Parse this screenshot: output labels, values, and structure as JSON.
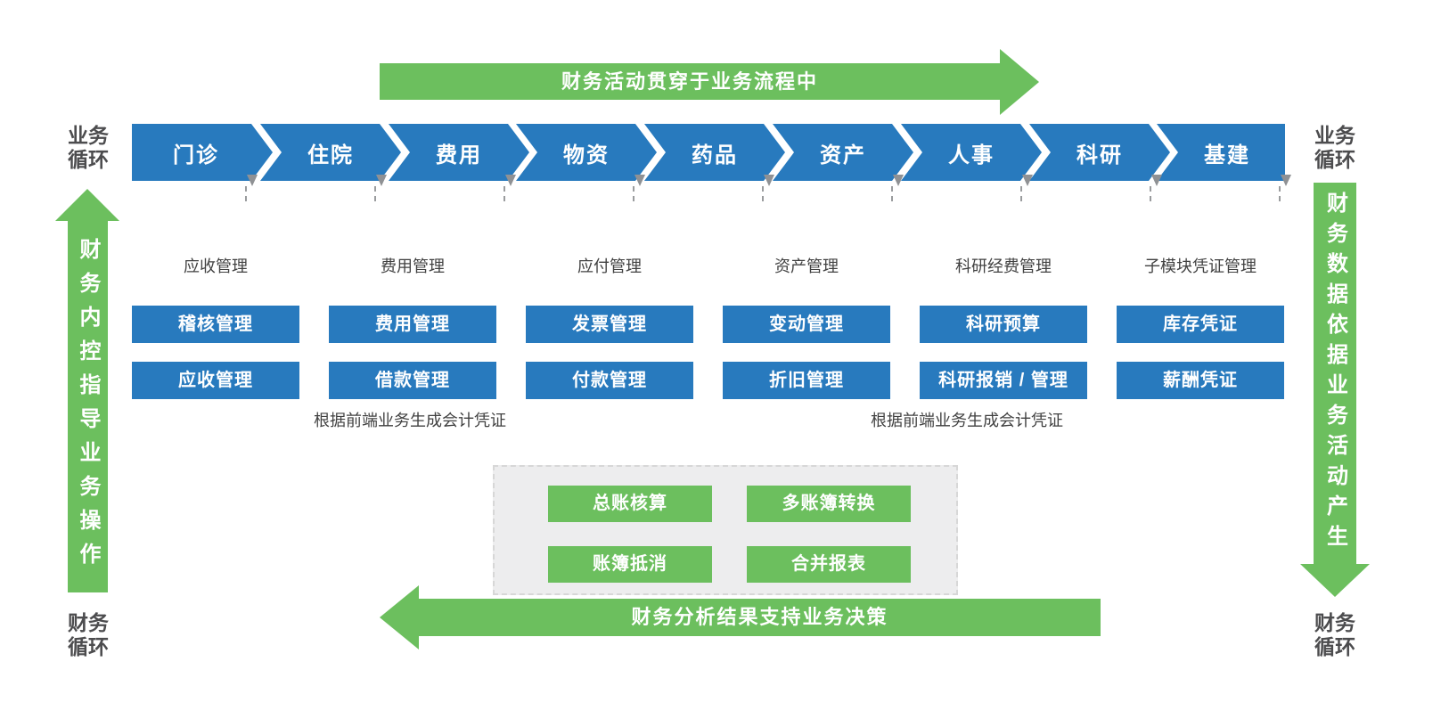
{
  "colors": {
    "process_blue": "#287ABE",
    "finance_green": "#6CBF5E",
    "label_gray": "#414141",
    "corner_gray": "#4C4C4E"
  },
  "corner_labels": {
    "top_left": "业务循环",
    "top_right": "业务循环",
    "bottom_left": "财务循环",
    "bottom_right": "财务循环"
  },
  "banners": {
    "top": "财务活动贯穿于业务流程中",
    "bottom": "财务分析结果支持业务决策",
    "left": "财务内控指导业务操作",
    "right": "财务数据依据业务活动产生"
  },
  "process_chain": [
    "门诊",
    "住院",
    "费用",
    "物资",
    "药品",
    "资产",
    "人事",
    "科研",
    "基建"
  ],
  "columns": [
    {
      "label": "应收管理",
      "boxes": [
        "稽核管理",
        "应收管理"
      ]
    },
    {
      "label": "费用管理",
      "boxes": [
        "费用管理",
        "借款管理"
      ]
    },
    {
      "label": "应付管理",
      "boxes": [
        "发票管理",
        "付款管理"
      ]
    },
    {
      "label": "资产管理",
      "boxes": [
        "变动管理",
        "折旧管理"
      ]
    },
    {
      "label": "科研经费管理",
      "boxes": [
        "科研预算",
        "科研报销 / 管理"
      ]
    },
    {
      "label": "子模块凭证管理",
      "boxes": [
        "库存凭证",
        "薪酬凭证"
      ]
    }
  ],
  "notes": {
    "left": "根据前端业务生成会计凭证",
    "right": "根据前端业务生成会计凭证"
  },
  "ledger_panel": {
    "boxes": [
      "总账核算",
      "多账簿转换",
      "账簿抵消",
      "合并报表"
    ]
  }
}
